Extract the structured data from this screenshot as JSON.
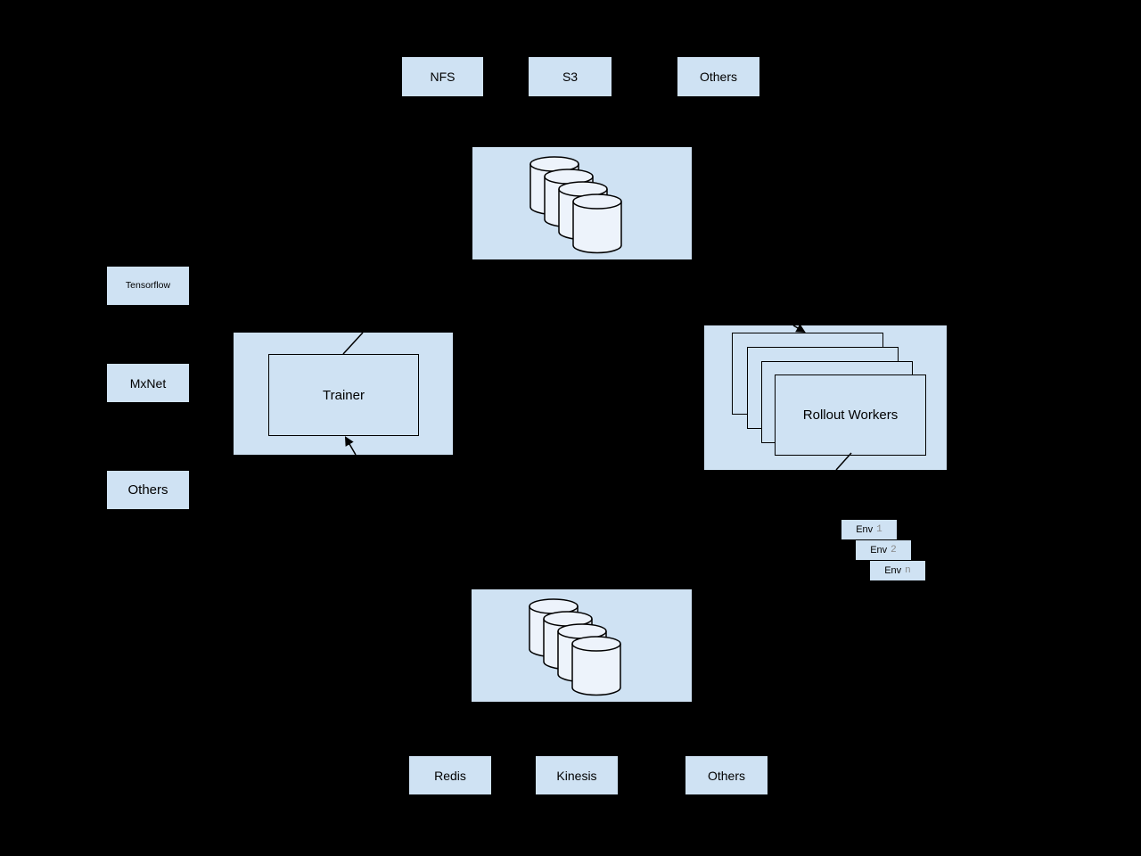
{
  "colors": {
    "background": "#000000",
    "box_fill": "#cfe2f3",
    "cylinder_fill": "#edf3fb",
    "stroke": "#000000",
    "env_index_color": "#888888"
  },
  "top_storage": {
    "items": [
      {
        "label": "NFS"
      },
      {
        "label": "S3"
      },
      {
        "label": "Others"
      }
    ]
  },
  "model_store": {
    "cylinder_count": 4
  },
  "frameworks": {
    "items": [
      {
        "label": "Tensorflow"
      },
      {
        "label": "MxNet"
      },
      {
        "label": "Others"
      }
    ]
  },
  "trainer": {
    "label": "Trainer"
  },
  "rollout": {
    "label": "Rollout Workers",
    "stack_count": 4
  },
  "envs": {
    "items": [
      {
        "name": "Env",
        "index": "1"
      },
      {
        "name": "Env",
        "index": "2"
      },
      {
        "name": "Env",
        "index": "n"
      }
    ]
  },
  "sample_store": {
    "cylinder_count": 4
  },
  "bottom_storage": {
    "items": [
      {
        "label": "Redis"
      },
      {
        "label": "Kinesis"
      },
      {
        "label": "Others"
      }
    ]
  }
}
